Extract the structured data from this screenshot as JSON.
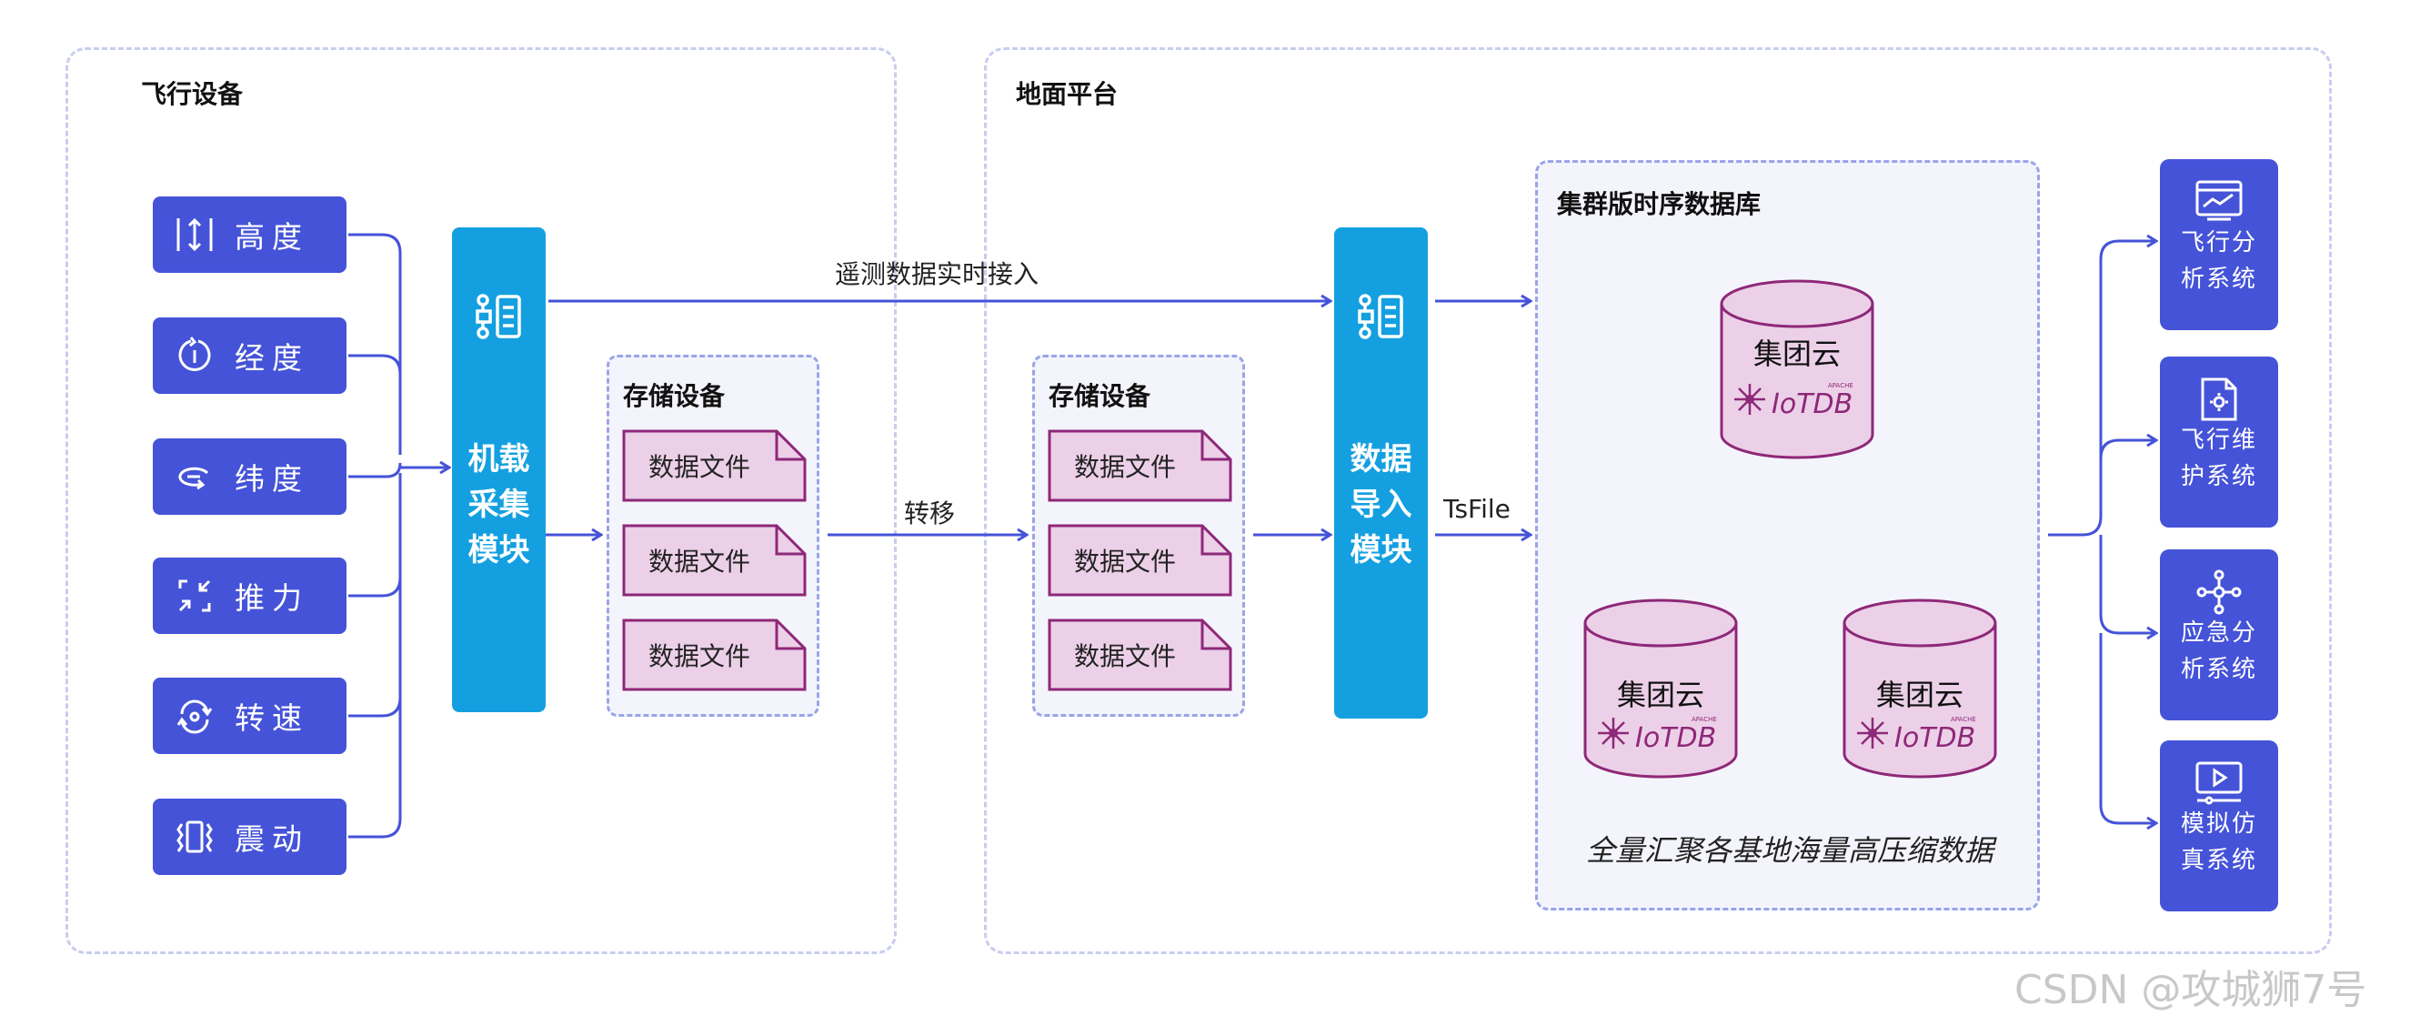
{
  "regions": {
    "left_title": "飞行设备",
    "right_title": "地面平台"
  },
  "sensors": [
    {
      "label": "高度",
      "icon": "altitude-icon"
    },
    {
      "label": "经度",
      "icon": "longitude-icon"
    },
    {
      "label": "纬度",
      "icon": "latitude-icon"
    },
    {
      "label": "推力",
      "icon": "thrust-icon"
    },
    {
      "label": "转速",
      "icon": "rpm-icon"
    },
    {
      "label": "震动",
      "icon": "vibration-icon"
    }
  ],
  "modules": {
    "collect": [
      "机载",
      "采集",
      "模块"
    ],
    "import": [
      "数据",
      "导入",
      "模块"
    ]
  },
  "storage": {
    "left_title": "存储设备",
    "right_title": "存储设备",
    "file_label": "数据文件"
  },
  "edges": {
    "realtime": "遥测数据实时接入",
    "transfer": "转移",
    "tsfile": "TsFile"
  },
  "cluster": {
    "title": "集群版时序数据库",
    "node_name": "集团云",
    "logo_text": "IoTDB",
    "logo_super": "APACHE",
    "note": "全量汇聚各基地海量高压缩数据"
  },
  "apps": [
    {
      "lines": [
        "飞行分",
        "析系统"
      ],
      "icon": "chart-monitor-icon"
    },
    {
      "lines": [
        "飞行维",
        "护系统"
      ],
      "icon": "gear-document-icon"
    },
    {
      "lines": [
        "应急分",
        "析系统"
      ],
      "icon": "network-nodes-icon"
    },
    {
      "lines": [
        "模拟仿",
        "真系统"
      ],
      "icon": "play-screen-icon"
    }
  ],
  "watermark": "CSDN @攻城狮7号",
  "colors": {
    "sensor": "#4553d8",
    "module": "#14a0e0",
    "arrow": "#4553d8",
    "file_fill": "#ecd0e8",
    "file_stroke": "#8e2878",
    "db_fill": "#ecd0e8",
    "db_stroke": "#8e2878"
  }
}
